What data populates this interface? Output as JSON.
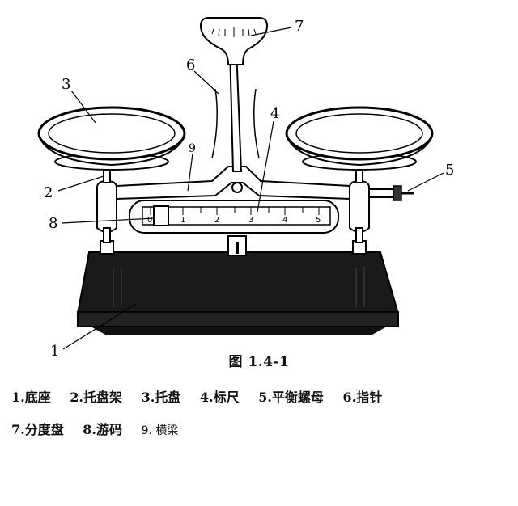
{
  "figure": {
    "callouts": [
      "1",
      "2",
      "3",
      "4",
      "5",
      "6",
      "7",
      "8",
      "9"
    ],
    "scale_marks": [
      "0",
      "1",
      "2",
      "3",
      "4",
      "5"
    ],
    "caption": "图 1.4-1"
  },
  "legend": {
    "row1": [
      "1.底座",
      "2.托盘架",
      "3.托盘",
      "4.标尺",
      "5.平衡螺母",
      "6.指针"
    ],
    "row2": [
      "7.分度盘",
      "8.游码",
      "9. 横梁"
    ]
  }
}
